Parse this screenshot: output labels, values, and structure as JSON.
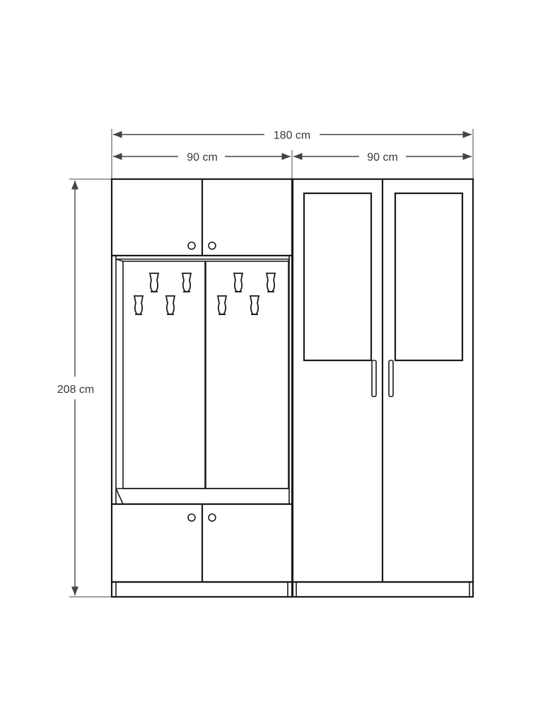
{
  "dimensions": {
    "total_width": "180 cm",
    "left_module_width": "90 cm",
    "right_module_width": "90 cm",
    "height": "208 cm"
  },
  "colors": {
    "ink": "#1a1a1a",
    "dimension": "#444444",
    "background": "#ffffff"
  }
}
